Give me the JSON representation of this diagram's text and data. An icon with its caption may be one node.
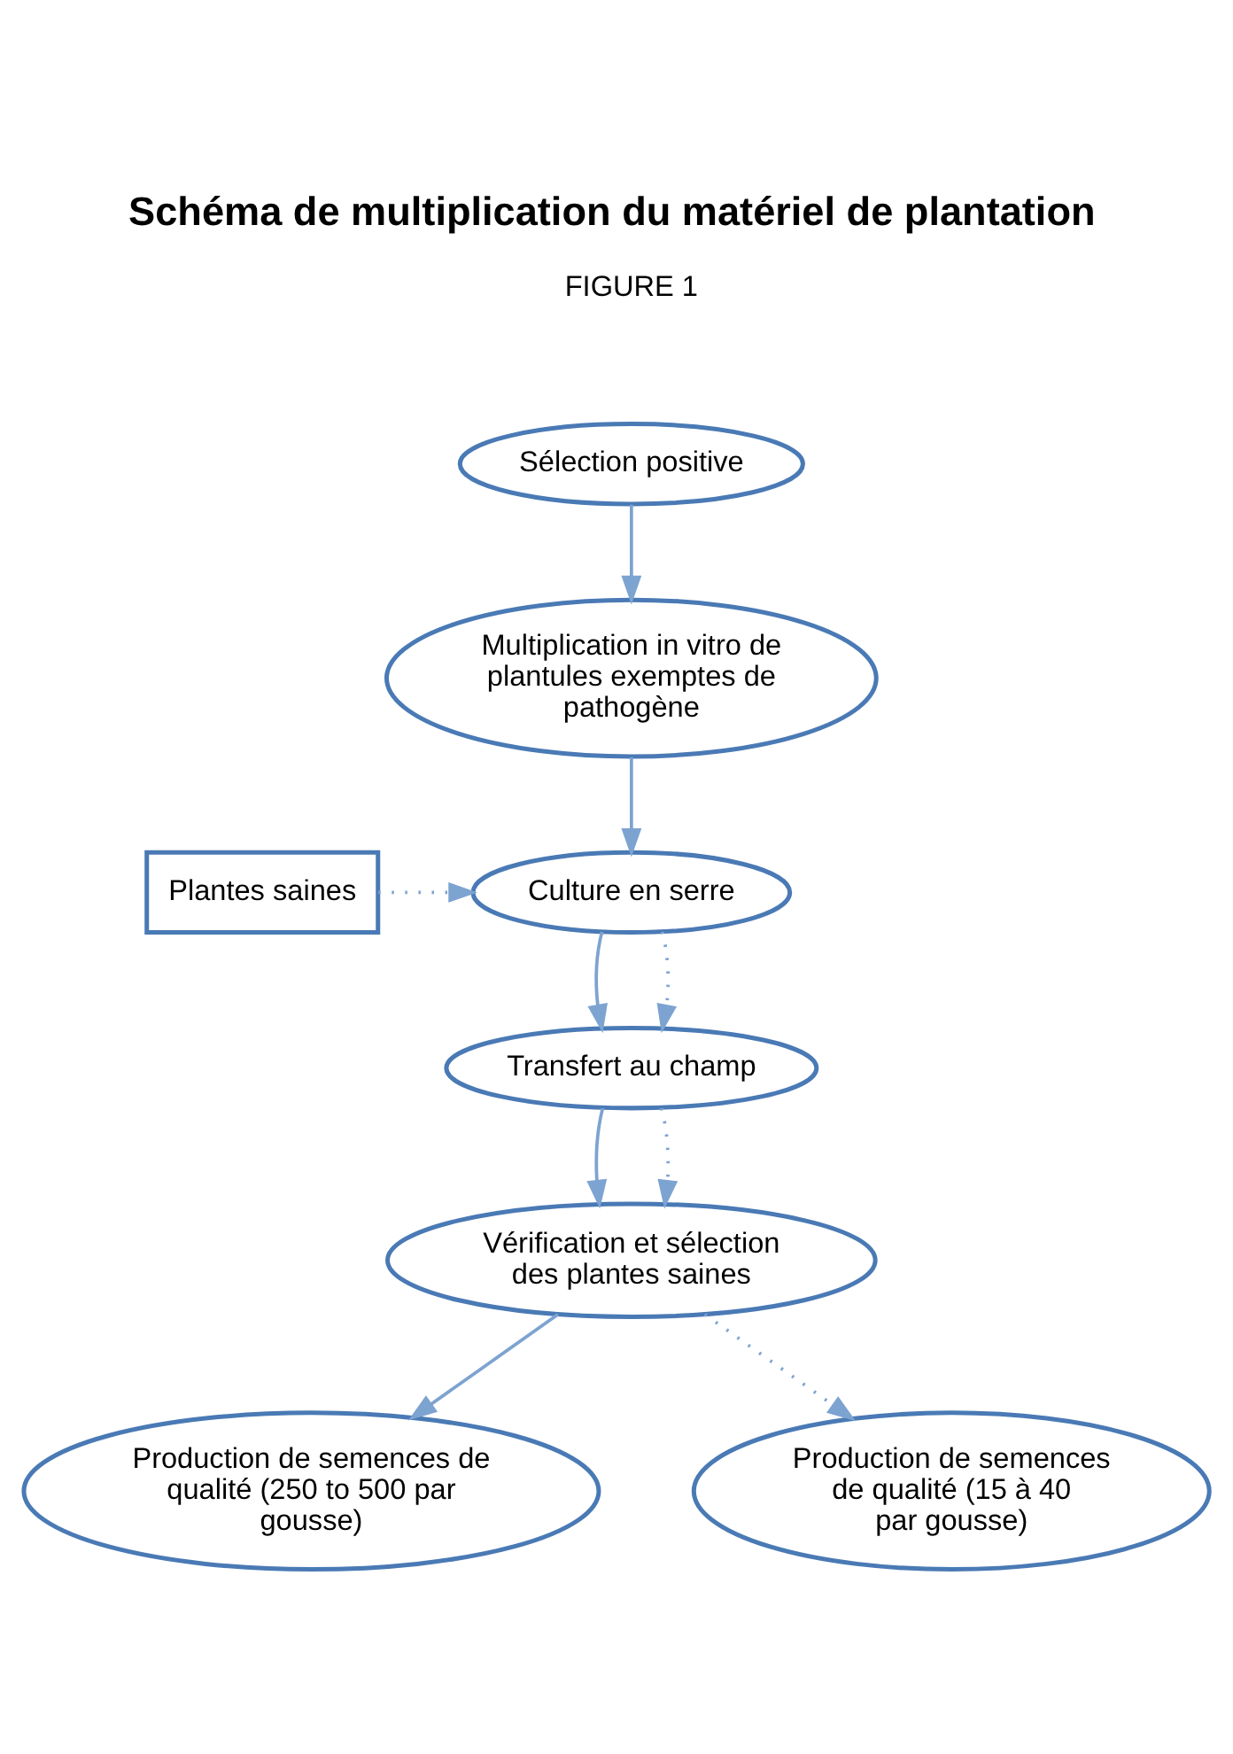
{
  "diagram": {
    "title": "Schéma de multiplication du matériel de plantation",
    "nodes": [
      {
        "text": [
          "Sélection positive"
        ]
      },
      {
        "text": [
          "Multiplication in vitro de plantules exemptes de pathogène"
        ]
      },
      {
        "text": [
          "Plantes saines"
        ]
      },
      {
        "text": [
          "Culture en serre"
        ]
      },
      {
        "text": [
          "Transfert au champ"
        ]
      },
      {
        "text": [
          "Vérification et sélection des plantes saines"
        ]
      },
      {
        "text": [
          "Production de semences de qualité (250 to 500 par gousse)"
        ]
      },
      {
        "text": [
          "Production de semences de qualité (15 à 40 par gousse)"
        ]
      }
    ],
    "edges": [
      {
        "from": 0,
        "to": 1,
        "arrow": "to"
      },
      {
        "from": 1,
        "to": 3,
        "arrow": "to"
      },
      {
        "from": 2,
        "to": 3,
        "arrow": "to",
        "style": "dashed"
      },
      {
        "from": 3,
        "to": 4,
        "arrow": "to"
      },
      {
        "from": 3,
        "to": 4,
        "arrow": "to",
        "style": "dashed"
      },
      {
        "from": 4,
        "to": 5,
        "arrow": "to"
      },
      {
        "from": 4,
        "to": 5,
        "arrow": "to",
        "style": "dashed"
      },
      {
        "from": 5,
        "to": 6,
        "arrow": "to"
      },
      {
        "from": 5,
        "to": 7,
        "arrow": "to",
        "style": "dashed"
      }
    ],
    "labels": [
      "FIGURE 1"
    ]
  }
}
